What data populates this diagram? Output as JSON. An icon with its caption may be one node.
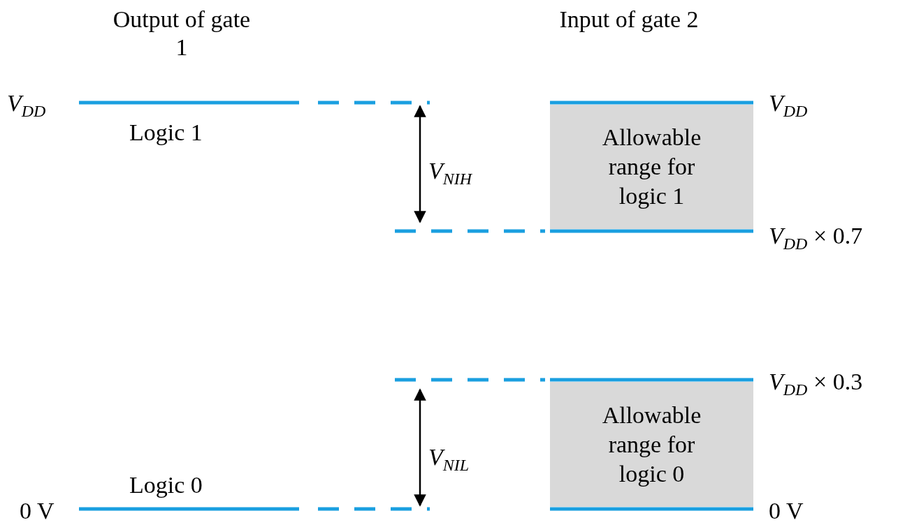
{
  "diagram": {
    "nodes": [
      {
        "text": [
          "Allowable range for logic 1"
        ]
      },
      {
        "text": [
          "Allowable range for logic 0"
        ]
      }
    ],
    "labels": [
      "Output of gate 1",
      "Input of gate 2",
      "*V*$_{DD}$",
      "*V*$_{DD}$",
      "Logic 1",
      "*V*$_{NIH}$",
      "*V*$_{DD}$ × 0.7",
      "*V*$_{DD}$ × 0.3",
      "*V*$_{NIL}$",
      "Logic 0",
      "0 V",
      "0 V"
    ]
  }
}
